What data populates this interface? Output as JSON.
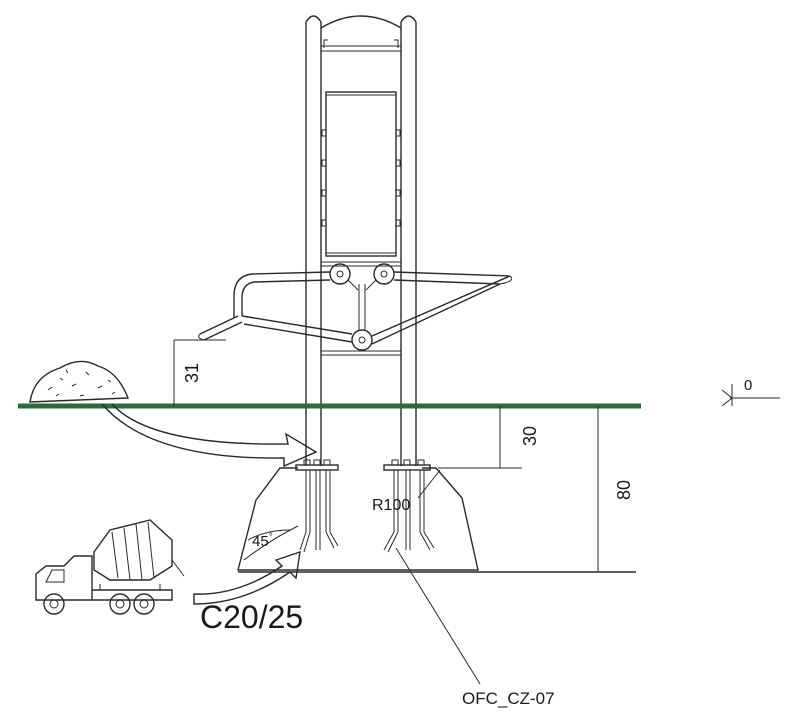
{
  "labels": {
    "height_above_ground": "31",
    "ground_level": "0",
    "depth_to_plate": "30",
    "foundation_depth": "80",
    "radius": "R100",
    "angle": "45",
    "angle_unit": "°",
    "concrete_class": "C20/25",
    "anchor_code": "OFC_CZ-07"
  },
  "colors": {
    "ground_line": "#2f6b3a",
    "line": "#2a2a2a",
    "text": "#1a1a1a"
  }
}
